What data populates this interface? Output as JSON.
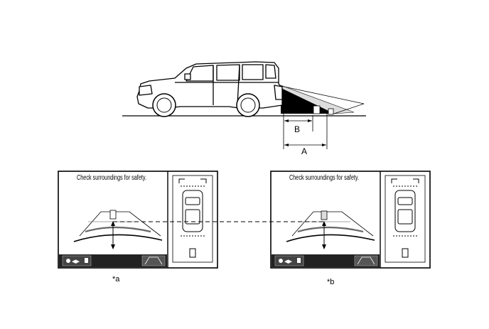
{
  "side_view": {
    "label_b": "B",
    "label_a": "A"
  },
  "panels": [
    {
      "warning": "Check surroundings for safety.",
      "caption": "*a"
    },
    {
      "warning": "Check surroundings for safety.",
      "caption": "*b"
    }
  ]
}
